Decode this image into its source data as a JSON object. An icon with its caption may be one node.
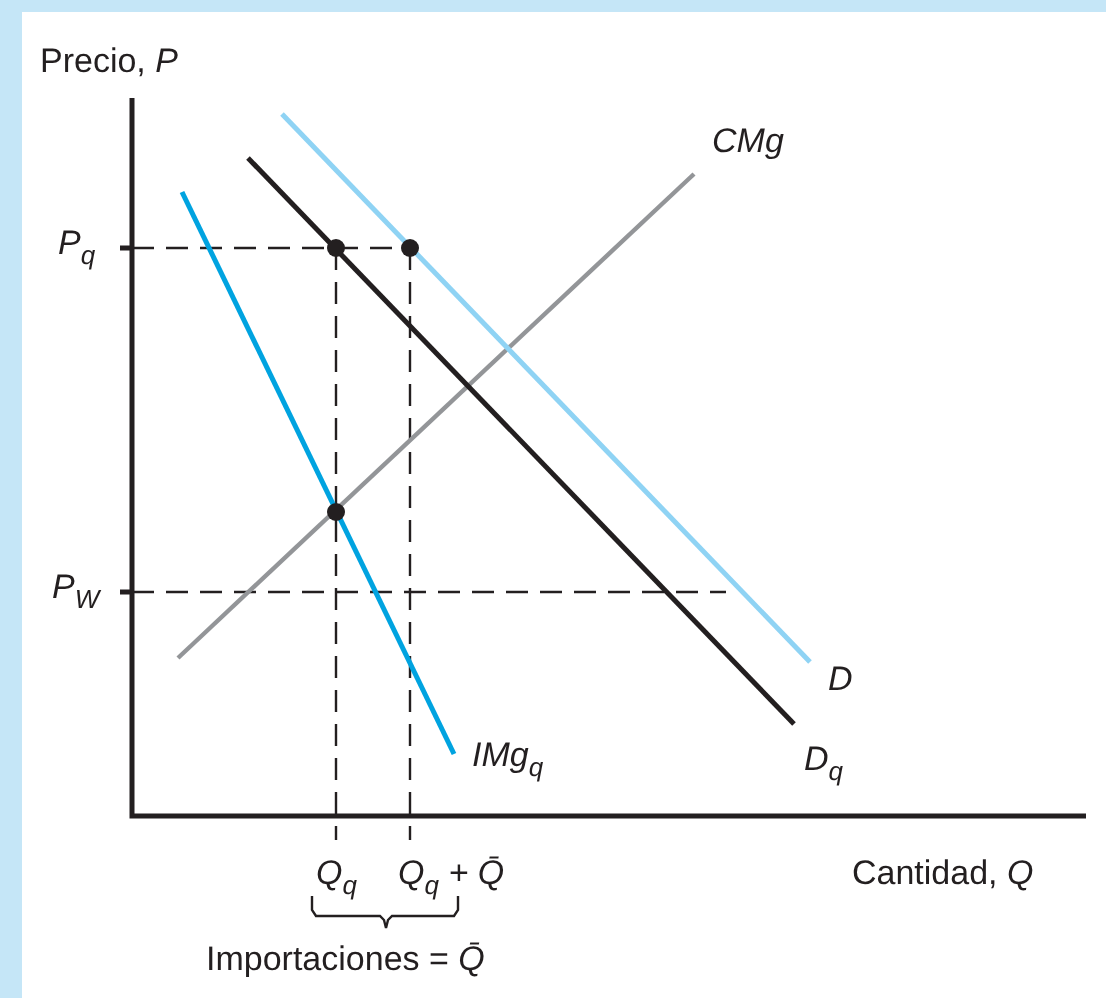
{
  "diagram": {
    "labels": [
      "Precio, *P*",
      "CMg",
      "P$_{q}$",
      "P$_{W}$",
      "D",
      "IMg$_{q}$",
      "D$_{q}$",
      "Q$_{q}$",
      "Q$_{q}$ + Q̄",
      "Cantidad, *Q*",
      "Importaciones = *Q̄*"
    ]
  }
}
